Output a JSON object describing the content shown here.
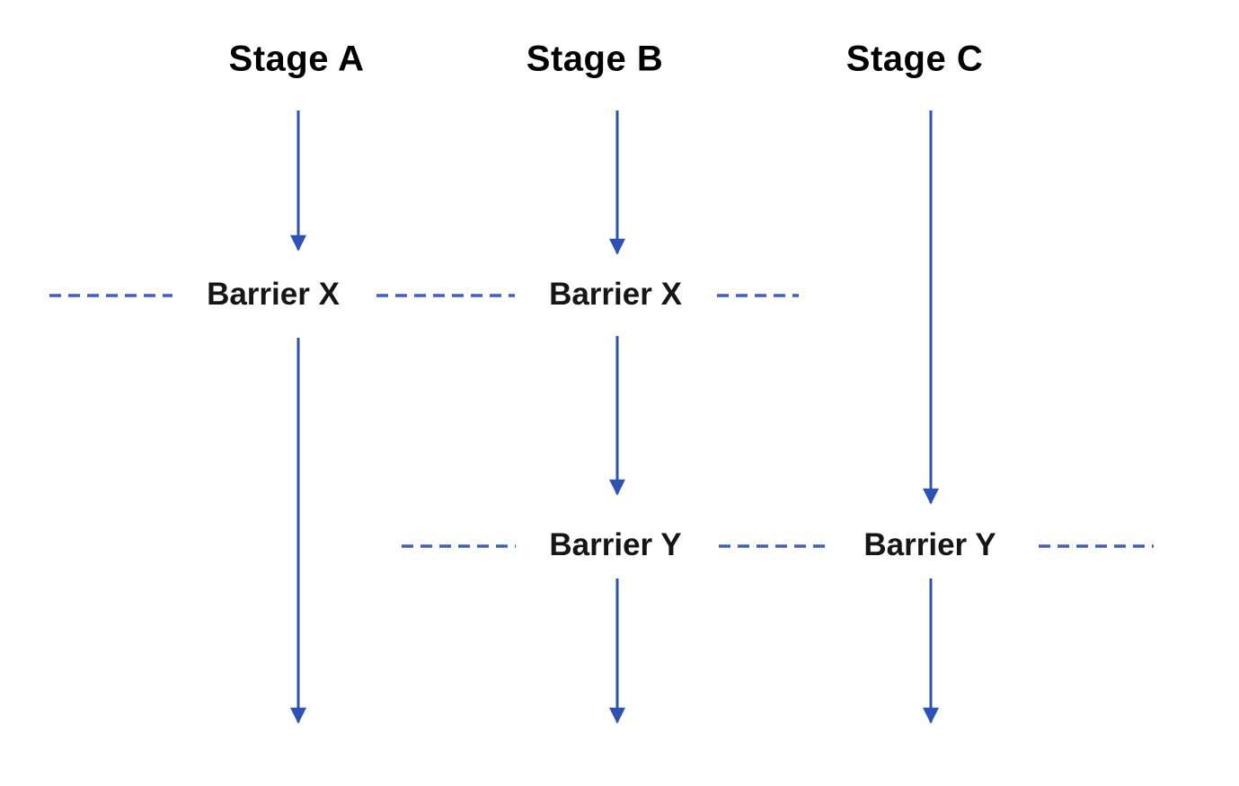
{
  "diagram": {
    "stage_headers": [
      {
        "label": "Stage A"
      },
      {
        "label": "Stage B"
      },
      {
        "label": "Stage C"
      }
    ],
    "barrier_labels": [
      {
        "label": "Barrier X"
      },
      {
        "label": "Barrier X"
      },
      {
        "label": "Barrier Y"
      },
      {
        "label": "Barrier Y"
      }
    ],
    "colors": {
      "arrow_blue": "#2e52b4",
      "dash_blue": "#3f5fc2",
      "text_black": "#161616"
    }
  }
}
